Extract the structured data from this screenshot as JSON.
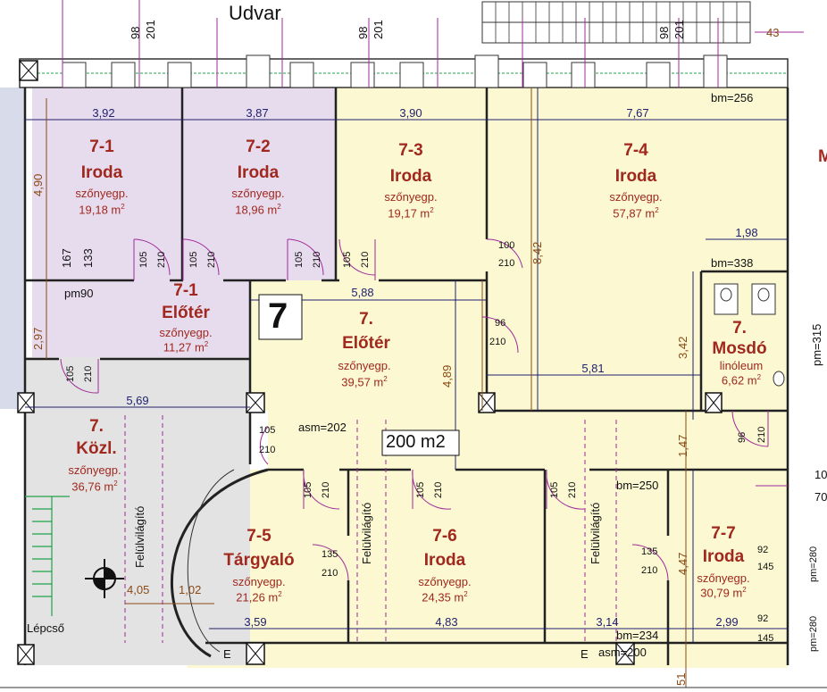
{
  "top_label": "Udvar",
  "window_marks": [
    {
      "a": "98",
      "b": "201"
    },
    {
      "a": "98",
      "b": "201"
    },
    {
      "a": "98",
      "b": "201"
    }
  ],
  "rooms": [
    {
      "id": "7-1",
      "name": "Iroda",
      "floor": "szőnyegp.",
      "area": "19,18 m",
      "sup": "2"
    },
    {
      "id": "7-2",
      "name": "Iroda",
      "floor": "szőnyegp.",
      "area": "18,96 m",
      "sup": "2"
    },
    {
      "id": "7-3",
      "name": "Iroda",
      "floor": "szőnyegp.",
      "area": "19,17 m",
      "sup": "2"
    },
    {
      "id": "7-4",
      "name": "Iroda",
      "floor": "szőnyegp.",
      "area": "57,87 m",
      "sup": "2"
    },
    {
      "id": "7-1",
      "name": "Előtér",
      "floor": "szőnyegp.",
      "area": "11,27 m",
      "sup": "2"
    },
    {
      "id": "7.",
      "name": "Előtér",
      "floor": "szőnyegp.",
      "area": "39,57 m",
      "sup": "2"
    },
    {
      "id": "7.",
      "name": "Mosdó",
      "floor": "linóleum",
      "area": "6,62 m",
      "sup": "2"
    },
    {
      "id": "7.",
      "name": "Közl.",
      "floor": "szőnyegp.",
      "area": "36,76 m",
      "sup": "2"
    },
    {
      "id": "7-5",
      "name": "Tárgyaló",
      "floor": "szőnyegp.",
      "area": "21,26 m",
      "sup": "2"
    },
    {
      "id": "7-6",
      "name": "Iroda",
      "floor": "szőnyegp.",
      "area": "24,35 m",
      "sup": "2"
    },
    {
      "id": "7-7",
      "name": "Iroda",
      "floor": "szőnyegp.",
      "area": "30,79 m",
      "sup": "2"
    }
  ],
  "dims_top": [
    "3,92",
    "3,87",
    "3,90",
    "7,67"
  ],
  "dims_mid": [
    "5,88",
    "5,81",
    "5,69",
    "1,98"
  ],
  "dims_bottom": [
    "3,59",
    "4,83",
    "3,14",
    "2,99"
  ],
  "dims_vertical": [
    "4,90",
    "2,97",
    "8,42",
    "4,89",
    "3,42",
    "1,47",
    "4,47",
    "51",
    "167",
    "133"
  ],
  "dims_extra": [
    "4,05",
    "1,02",
    "43"
  ],
  "heights": [
    "bm=256",
    "bm=338",
    "bm=250",
    "bm=234",
    "asm=202",
    "asm=200",
    "pm90",
    "pm=315",
    "pm=280",
    "pm=280"
  ],
  "doors": [
    {
      "w": "105",
      "h": "210"
    },
    {
      "w": "105",
      "h": "210"
    },
    {
      "w": "105",
      "h": "210"
    },
    {
      "w": "105",
      "h": "210"
    },
    {
      "w": "100",
      "h": "210"
    },
    {
      "w": "96",
      "h": "210"
    },
    {
      "w": "105",
      "h": "210"
    },
    {
      "w": "105",
      "h": "210"
    },
    {
      "w": "105",
      "h": "210"
    },
    {
      "w": "105",
      "h": "210"
    },
    {
      "w": "105",
      "h": "210"
    },
    {
      "w": "135",
      "h": "210"
    },
    {
      "w": "135",
      "h": "210"
    },
    {
      "w": "96",
      "h": "210"
    }
  ],
  "skylight_label": "Felülvilágító",
  "floor_marker": "7",
  "total_area": "200 m2",
  "stair_label": "Lépcső",
  "small_nums": [
    "92",
    "145",
    "92",
    "145"
  ],
  "right_partial": [
    "M",
    "10",
    "70"
  ],
  "exit_mark": "E"
}
